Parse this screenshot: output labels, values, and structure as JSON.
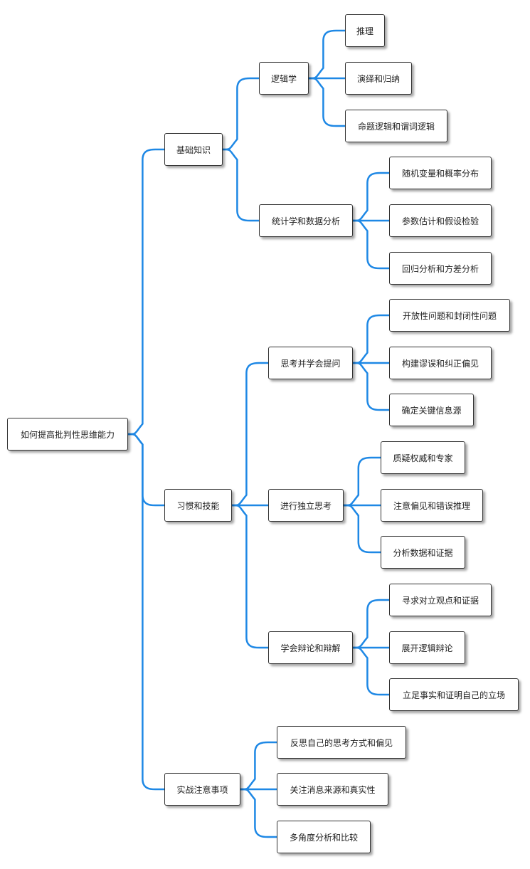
{
  "diagram": {
    "link_color": "#1e88e5",
    "root": {
      "label": "如何提高批判性思维能力"
    },
    "branches": [
      {
        "label": "基础知识",
        "groups": [
          {
            "label": "逻辑学",
            "items": [
              "推理",
              "演绎和归纳",
              "命题逻辑和谓词逻辑"
            ]
          },
          {
            "label": "统计学和数据分析",
            "items": [
              "随机变量和概率分布",
              "参数估计和假设检验",
              "回归分析和方差分析"
            ]
          }
        ]
      },
      {
        "label": "习惯和技能",
        "groups": [
          {
            "label": "思考并学会提问",
            "items": [
              "开放性问题和封闭性问题",
              "构建谬误和纠正偏见",
              "确定关键信息源"
            ]
          },
          {
            "label": "进行独立思考",
            "items": [
              "质疑权威和专家",
              "注意偏见和错误推理",
              "分析数据和证据"
            ]
          },
          {
            "label": "学会辩论和辩解",
            "items": [
              "寻求对立观点和证据",
              "展开逻辑辩论",
              "立足事实和证明自己的立场"
            ]
          }
        ]
      },
      {
        "label": "实战注意事项",
        "items": [
          "反思自己的思考方式和偏见",
          "关注消息来源和真实性",
          "多角度分析和比较"
        ]
      }
    ]
  }
}
